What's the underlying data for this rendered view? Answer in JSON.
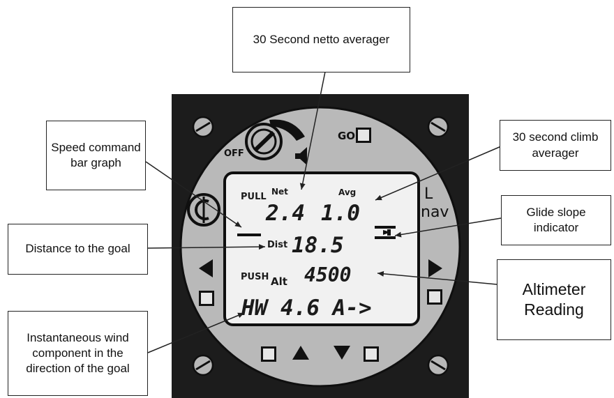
{
  "callouts": {
    "netto_averager": "30 Second netto averager",
    "climb_averager": "30 second climb averager",
    "speed_command": "Speed command bar graph",
    "glide_slope": "Glide slope indicator",
    "distance_goal": "Distance to the goal",
    "altimeter": "Altimeter Reading",
    "wind_component": "Instantaneous wind component in the direction of the goal"
  },
  "panel": {
    "off_label": "OFF",
    "go_label": "GO",
    "brand_top": "L",
    "brand_bottom": "nav"
  },
  "display": {
    "pull_label": "PULL",
    "push_label": "PUSH",
    "net_label": "Net",
    "avg_label": "Avg",
    "net_value": "2.4",
    "avg_value": "1.0",
    "dist_label": "Dist",
    "dist_value": "18.5",
    "alt_label": "Alt",
    "alt_value": "4500",
    "wind_text": "HW 4.6 A->"
  },
  "colors": {
    "bezel": "#1c1c1c",
    "face": "#b9b9b9",
    "screen": "#f1f1f1",
    "ink": "#111111"
  },
  "icons": [
    "screw-icon",
    "rotary-knob-icon",
    "speaker-icon",
    "cambridge-logo-icon",
    "left-arrow-icon",
    "right-arrow-icon",
    "up-arrow-icon",
    "down-arrow-icon",
    "glide-slope-icon"
  ]
}
